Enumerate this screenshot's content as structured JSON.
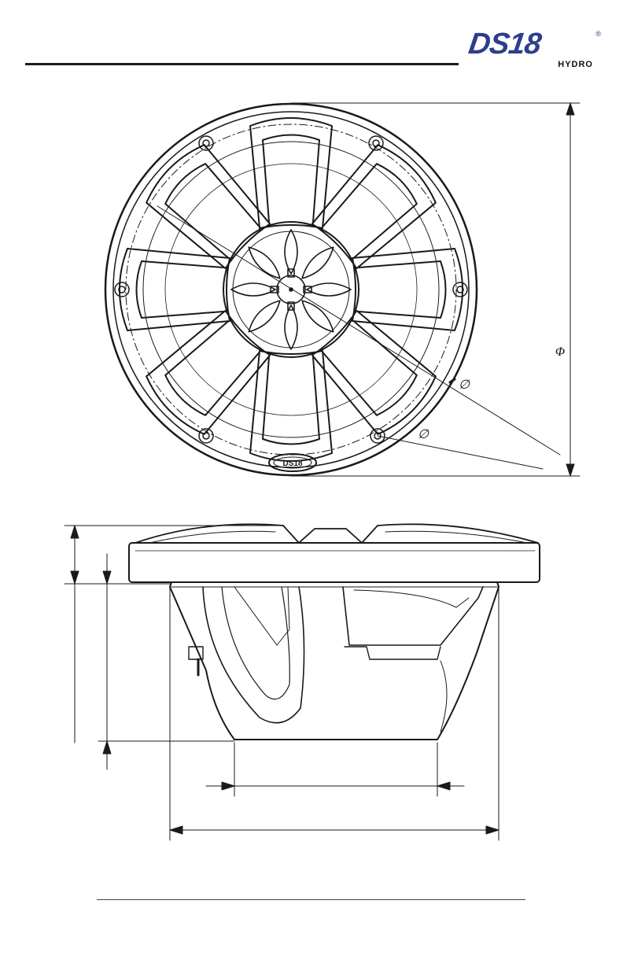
{
  "brand": {
    "logo_text": "DS18",
    "registered_mark": "®",
    "sub_text": "HYDRO",
    "color": "#2e3e8c"
  },
  "top_view": {
    "diameter_symbol_outer": "Φ",
    "diameter_symbol_mounting": "∅",
    "diameter_symbol_cutout": "∅",
    "center_badge_text": "DS18"
  },
  "side_view": {
    "dimension_arrows": [
      "mounting-height",
      "depth",
      "magnet-diameter",
      "basket-diameter"
    ]
  }
}
